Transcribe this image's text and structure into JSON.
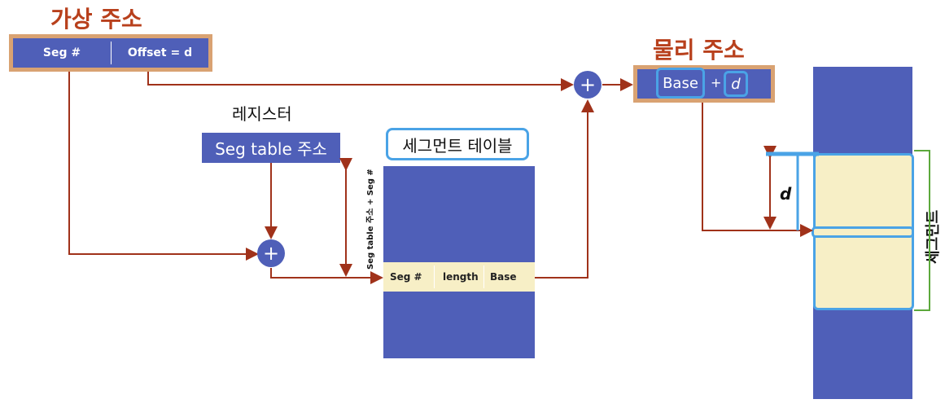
{
  "virtual_address": {
    "title": "가상 주소",
    "fields": [
      "Seg #",
      "Offset = d"
    ]
  },
  "register": {
    "title": "레지스터",
    "value": "Seg table 주소"
  },
  "segment_table": {
    "title": "세그먼트 테이블",
    "row": [
      "Seg #",
      "length",
      "Base"
    ]
  },
  "adders": {
    "symbol": "+"
  },
  "vertical_label": "Seg table 주소 + Seg #",
  "physical_address": {
    "title": "물리 주소",
    "base": "Base",
    "plus": "+",
    "d": "d"
  },
  "memory": {
    "d_label": "d",
    "segment_label": "세그먼트"
  },
  "colors": {
    "accent_title": "#b8401c",
    "block_blue": "#4f5fb8",
    "cream": "#f7efc6",
    "arrow": "#a0321a",
    "outline_blue": "#4aa3e6",
    "border_orange": "#d9a272",
    "bracket_green": "#5ca83c"
  }
}
